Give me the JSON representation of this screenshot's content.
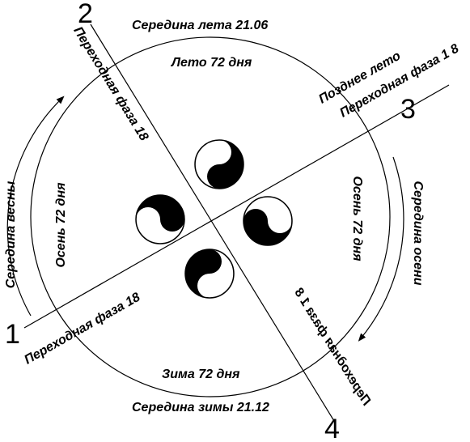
{
  "numbers": {
    "n1": "1",
    "n2": "2",
    "n3": "3",
    "n4": "4"
  },
  "labels": {
    "summer_mid": "Середина лета 21.06",
    "summer": "Лето 72 дня",
    "late_summer": "Позднее лето",
    "transition_3": "Переходная фаза 1 8",
    "transition_2": "Переходная фаза 18",
    "transition_1": "Переходная фаза 18",
    "transition_4": "Переходная фаза 1 8",
    "spring_mid": "Середина весны",
    "autumn_left": "Осень 72 дня",
    "autumn_right": "Осень 72 дня",
    "autumn_mid": "Середина осени",
    "winter": "Зима 72 дня",
    "winter_mid": "Середина зимы 21.12"
  },
  "icons": [
    "yin-yang-icon-top",
    "yin-yang-icon-left",
    "yin-yang-icon-right",
    "yin-yang-icon-bottom"
  ],
  "colors": {
    "ink": "#000000",
    "paper": "#ffffff"
  }
}
